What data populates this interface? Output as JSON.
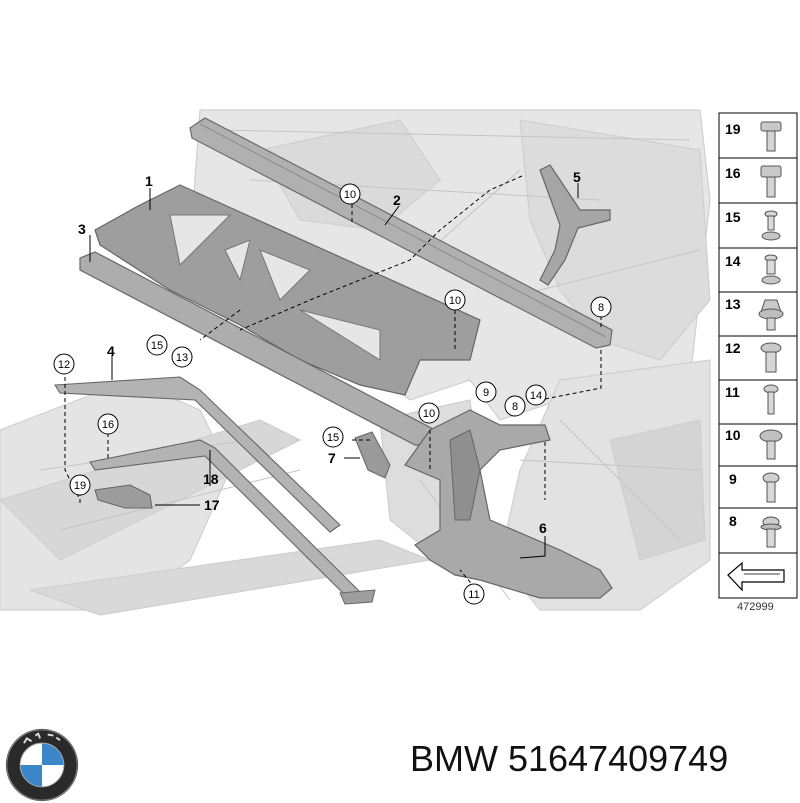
{
  "diagram": {
    "callouts": [
      {
        "id": "c1",
        "text": "1"
      },
      {
        "id": "c2",
        "text": "2"
      },
      {
        "id": "c3",
        "text": "3"
      },
      {
        "id": "c4",
        "text": "4"
      },
      {
        "id": "c5",
        "text": "5"
      },
      {
        "id": "c6",
        "text": "6"
      },
      {
        "id": "c7",
        "text": "7"
      },
      {
        "id": "c17",
        "text": "17"
      },
      {
        "id": "c18",
        "text": "18"
      }
    ],
    "circled_callouts": [
      {
        "id": "k10a",
        "text": "10"
      },
      {
        "id": "k10b",
        "text": "10"
      },
      {
        "id": "k10c",
        "text": "10"
      },
      {
        "id": "k8a",
        "text": "8"
      },
      {
        "id": "k15a",
        "text": "15"
      },
      {
        "id": "k13a",
        "text": "13"
      },
      {
        "id": "k12a",
        "text": "12"
      },
      {
        "id": "k16a",
        "text": "16"
      },
      {
        "id": "k19a",
        "text": "19"
      },
      {
        "id": "k9a",
        "text": "9"
      },
      {
        "id": "k8b",
        "text": "8"
      },
      {
        "id": "k14a",
        "text": "14"
      },
      {
        "id": "k15b",
        "text": "15"
      },
      {
        "id": "k11a",
        "text": "11"
      }
    ]
  },
  "fastener_legend": {
    "items": [
      {
        "number": "19",
        "icon": "hex-bolt-icon"
      },
      {
        "number": "16",
        "icon": "hex-bolt-icon"
      },
      {
        "number": "15",
        "icon": "rivet-icon"
      },
      {
        "number": "14",
        "icon": "rivet-icon"
      },
      {
        "number": "13",
        "icon": "flange-nut-icon"
      },
      {
        "number": "12",
        "icon": "rivet-icon"
      },
      {
        "number": "11",
        "icon": "screw-icon"
      },
      {
        "number": "10",
        "icon": "flange-bolt-icon"
      },
      {
        "number": "9",
        "icon": "screw-icon"
      },
      {
        "number": "8",
        "icon": "flange-bolt-icon"
      }
    ],
    "reference_number": "472999"
  },
  "footer": {
    "caption": "BMW 51647409749",
    "logo_icon": "bmw-roundel-icon"
  }
}
